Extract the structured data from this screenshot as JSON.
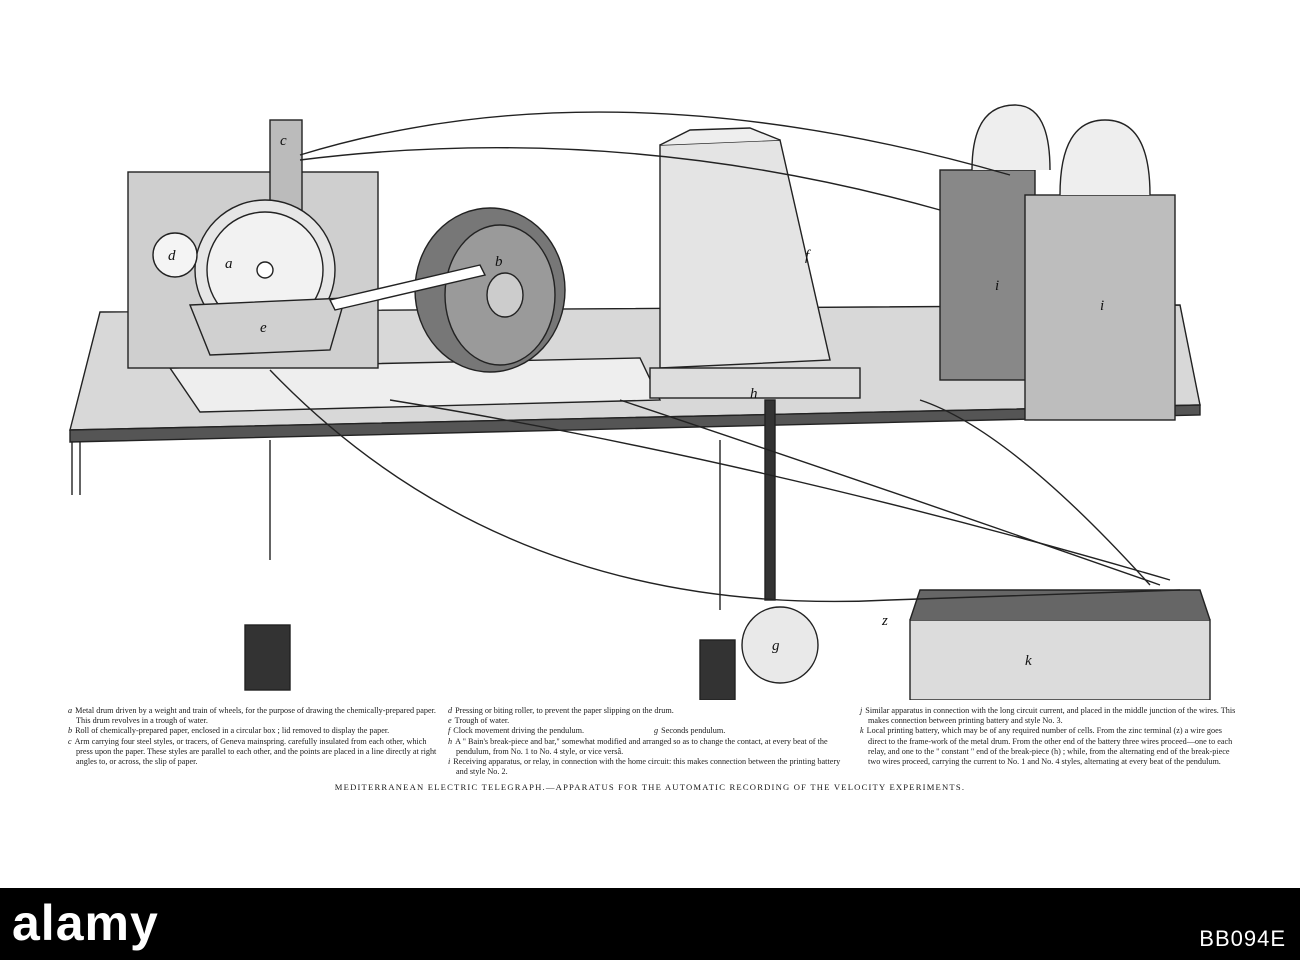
{
  "legend": {
    "col1": [
      {
        "key": "a",
        "text": "Metal drum driven by a weight and train of wheels, for the purpose of drawing the chemically-prepared paper. This drum revolves in a trough of water."
      },
      {
        "key": "b",
        "text": "Roll of chemically-prepared paper, enclosed in a circular box ; lid removed to display the paper."
      },
      {
        "key": "c",
        "text": "Arm carrying four steel styles, or tracers, of Geneva mainspring. carefully insulated from each other, which press upon the paper. These styles are parallel to each other, and the points are placed in a line directly at right angles to, or across, the slip of paper."
      }
    ],
    "col2": [
      {
        "key": "d",
        "text": "Pressing or biting roller, to prevent the paper slipping on the drum."
      },
      {
        "key": "e",
        "text": "Trough of water."
      },
      {
        "key": "f",
        "text": "Clock movement driving the pendulum."
      },
      {
        "key": "g",
        "text": "Seconds pendulum."
      },
      {
        "key": "h",
        "text": "A \" Bain's break-piece and bar,\" somewhat modified and arranged so as to change the contact, at every beat of the pendulum, from No. 1 to No. 4 style, or vice versâ."
      },
      {
        "key": "i",
        "text": "Receiving apparatus, or relay, in connection with the home circuit: this makes connection between the printing battery and style No. 2."
      }
    ],
    "col3": [
      {
        "key": "j",
        "text": "Similar apparatus in connection with the long circuit current, and placed in the middle junction of the wires. This makes connection between printing battery and style No. 3."
      },
      {
        "key": "k",
        "text": "Local printing battery, which may be of any required number of cells. From the zinc terminal (z) a wire goes direct to the frame-work of the metal drum. From the other end of the battery three wires proceed—one to each relay, and one to the \" constant \" end of the break-piece (h) ; while, from the alternating end of the break-piece two wires proceed, carrying the current to No. 1 and No. 4 styles, alternating at every beat of the pendulum."
      }
    ]
  },
  "caption": "MEDITERRANEAN ELECTRIC TELEGRAPH.—APPARATUS FOR THE AUTOMATIC RECORDING OF THE VELOCITY EXPERIMENTS.",
  "labels": {
    "a": "a",
    "b": "b",
    "c": "c",
    "d": "d",
    "e": "e",
    "f": "f",
    "g": "g",
    "h": "h",
    "i": "i",
    "k": "k",
    "z": "z"
  },
  "stock": {
    "logo": "alamy",
    "image_id": "BB094E"
  }
}
